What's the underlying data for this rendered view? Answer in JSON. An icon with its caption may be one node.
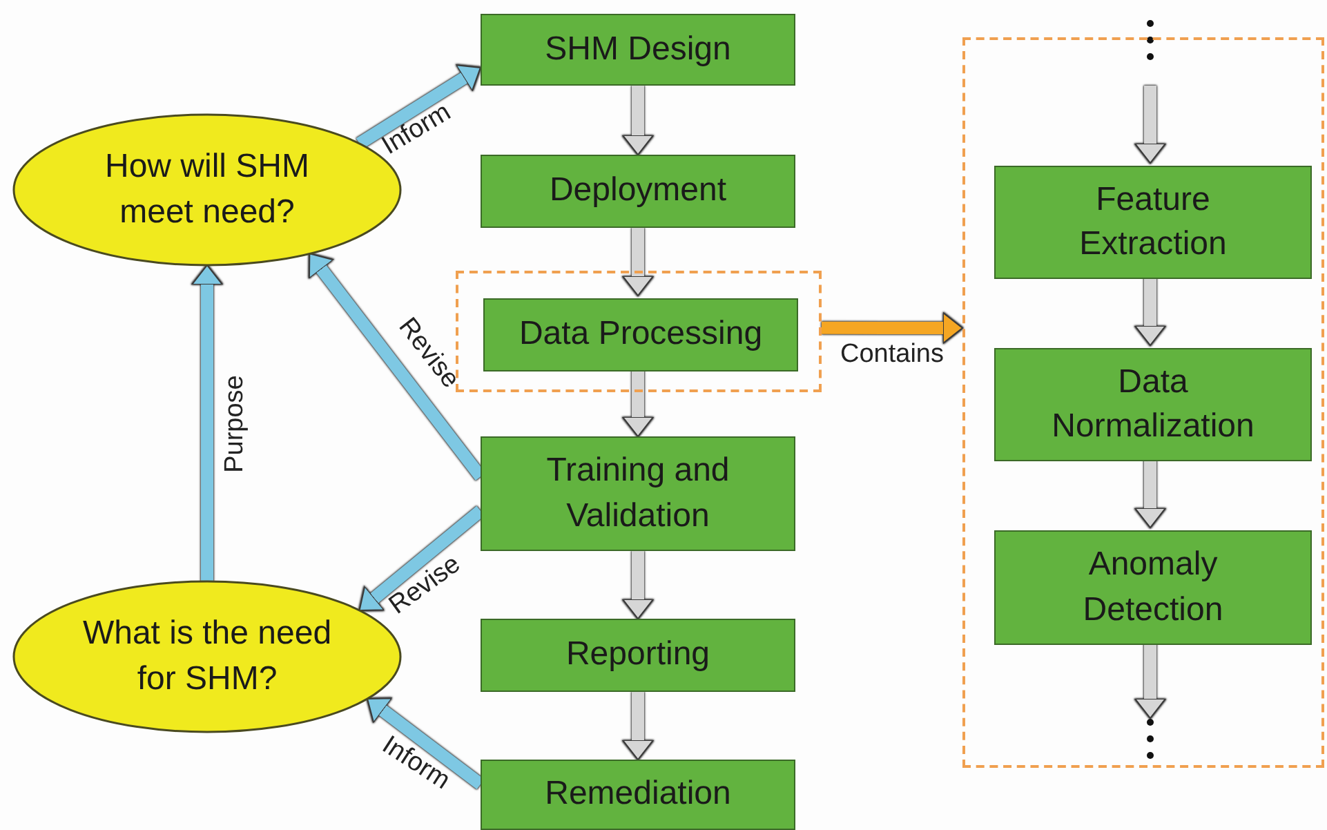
{
  "diagram": {
    "nodes": [
      {
        "text": [
          "How will SHM meet need?"
        ]
      },
      {
        "text": [
          "What is the need for SHM?"
        ]
      },
      {
        "text": [
          "SHM Design"
        ]
      },
      {
        "text": [
          "Deployment"
        ]
      },
      {
        "text": [],
        "shape": "box"
      },
      {
        "text": [
          "Data Processing"
        ],
        "in": 4
      },
      {
        "text": [
          "Training and Validation"
        ]
      },
      {
        "text": [
          "Reporting"
        ]
      },
      {
        "text": [
          "Remediation"
        ]
      },
      {
        "text": [],
        "shape": "box"
      },
      {
        "text": [
          "Feature Extraction"
        ],
        "in": 9
      },
      {
        "text": [
          "Data Normalization"
        ],
        "in": 9
      },
      {
        "text": [
          "Anomaly Detection"
        ],
        "in": 9
      }
    ],
    "edges": [
      {
        "from": 0,
        "to": 2,
        "arrow": "to",
        "label": "Inform",
        "color": "#7ec8e3"
      },
      {
        "from": 2,
        "to": 3,
        "arrow": "to"
      },
      {
        "from": 3,
        "to": 5,
        "arrow": "to"
      },
      {
        "from": 5,
        "to": 6,
        "arrow": "to"
      },
      {
        "from": 6,
        "to": 0,
        "arrow": "to",
        "label": "Revise",
        "color": "#7ec8e3"
      },
      {
        "from": 1,
        "to": 0,
        "arrow": "to",
        "label": "Purpose",
        "color": "#7ec8e3"
      },
      {
        "from": 6,
        "to": 7,
        "arrow": "to"
      },
      {
        "from": 6,
        "to": 1,
        "arrow": "to",
        "label": "Revise",
        "color": "#7ec8e3"
      },
      {
        "from": 7,
        "to": 8,
        "arrow": "to"
      },
      {
        "from": 8,
        "to": 1,
        "arrow": "to",
        "label": "Inform",
        "color": "#7ec8e3"
      },
      {
        "from": 4,
        "to": 9,
        "arrow": "to",
        "label": "Contains",
        "color": "#f5a623"
      },
      {
        "from": null,
        "to": 10,
        "arrow": "to"
      },
      {
        "from": 10,
        "to": 11,
        "arrow": "to"
      },
      {
        "from": 11,
        "to": 12,
        "arrow": "to"
      },
      {
        "from": 12,
        "to": null,
        "arrow": "to"
      }
    ]
  }
}
